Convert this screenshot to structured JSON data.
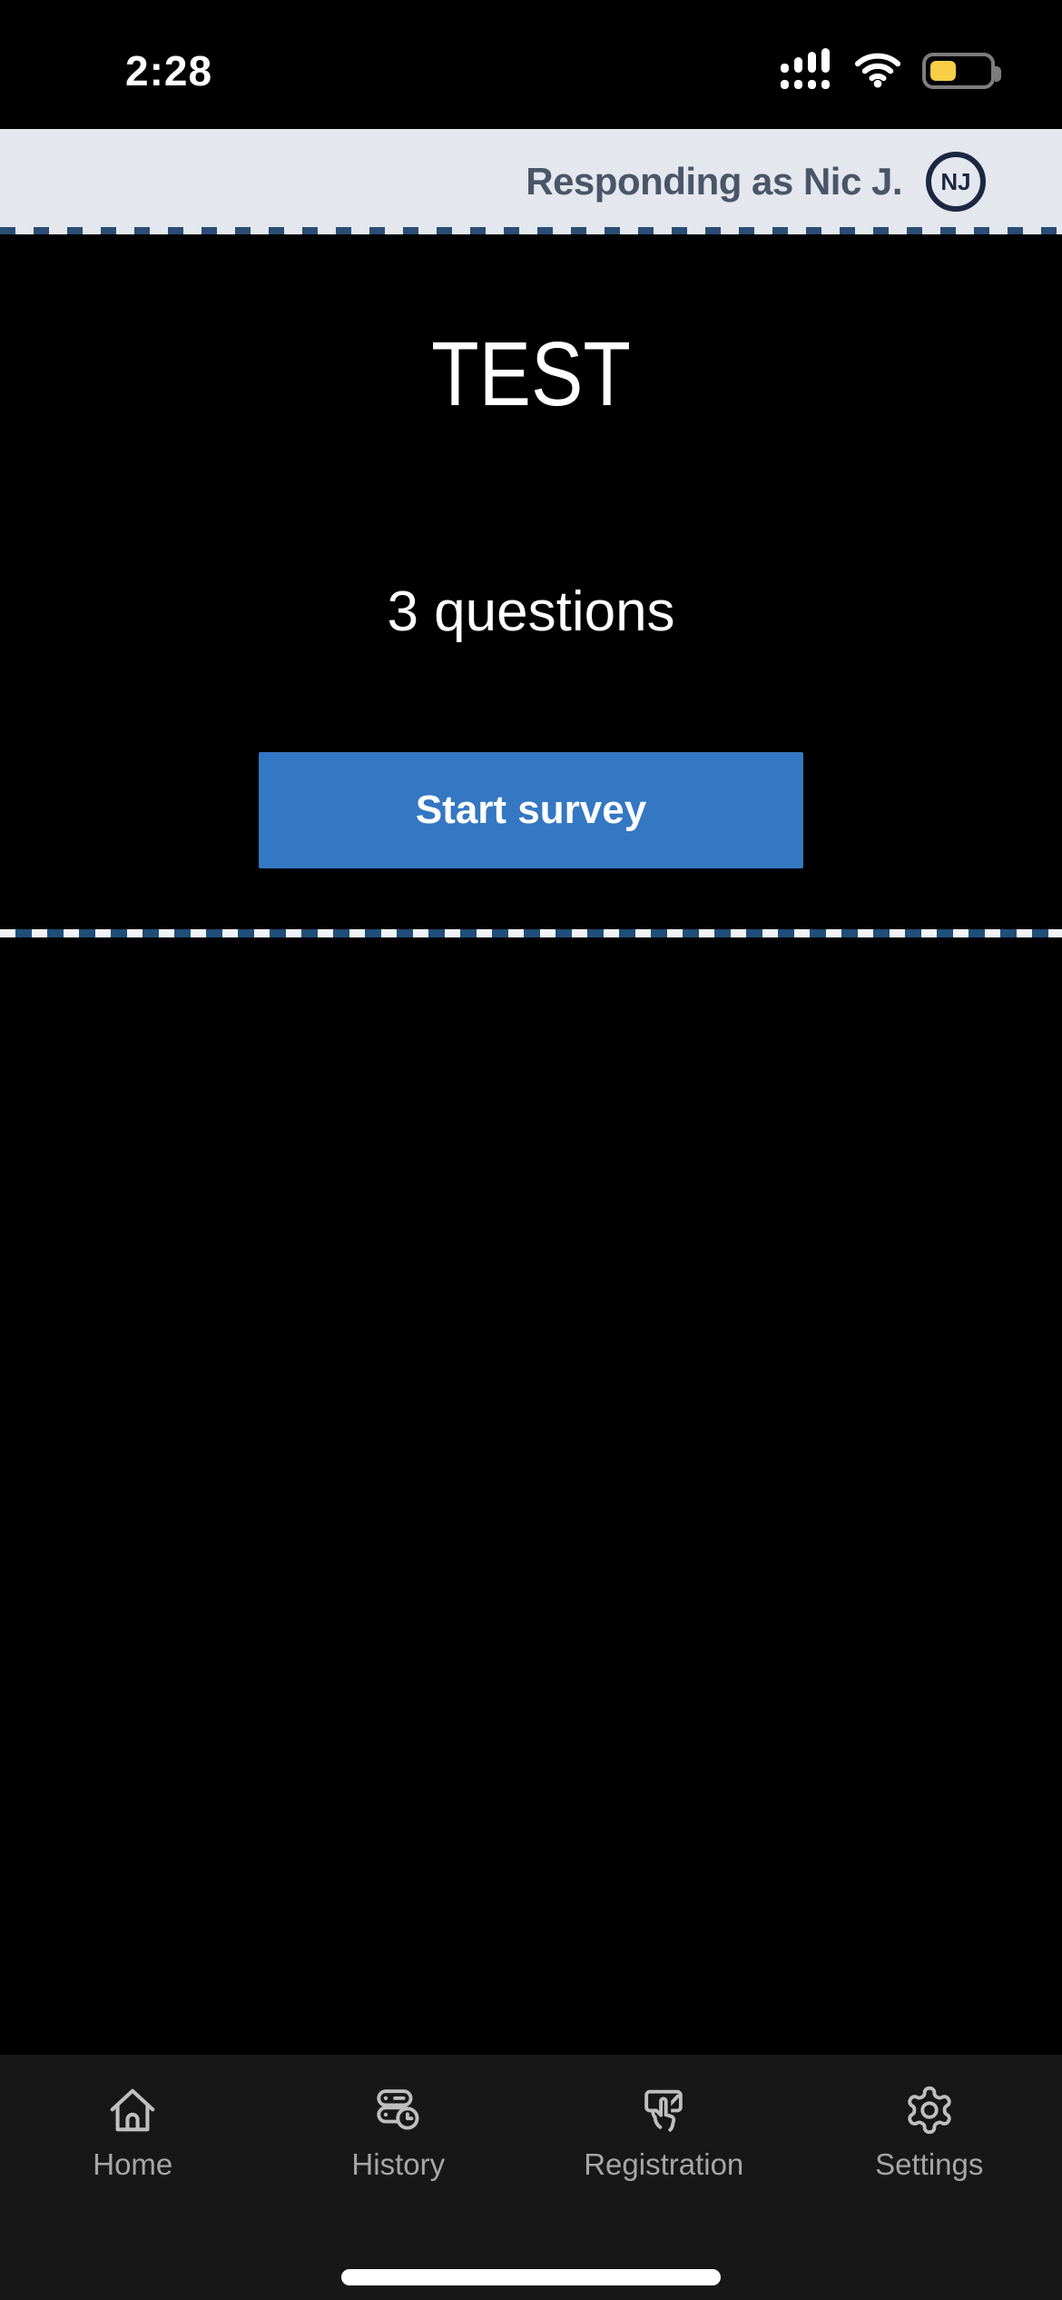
{
  "status_bar": {
    "time": "2:28",
    "battery_fill_color": "#f7ce45"
  },
  "header": {
    "title": "Responding as Nic J.",
    "avatar_initials": "NJ",
    "background_color": "#e4e7ee",
    "text_color": "#4a5568",
    "dash_color": "#2a4d74"
  },
  "survey": {
    "title": "TEST",
    "question_count": "3 questions",
    "start_button_label": "Start survey",
    "button_color": "#3477c2"
  },
  "tab_bar": {
    "background_color": "#171717",
    "items": [
      {
        "label": "Home",
        "icon": "home-icon"
      },
      {
        "label": "History",
        "icon": "history-icon"
      },
      {
        "label": "Registration",
        "icon": "registration-icon"
      },
      {
        "label": "Settings",
        "icon": "settings-icon"
      }
    ]
  }
}
